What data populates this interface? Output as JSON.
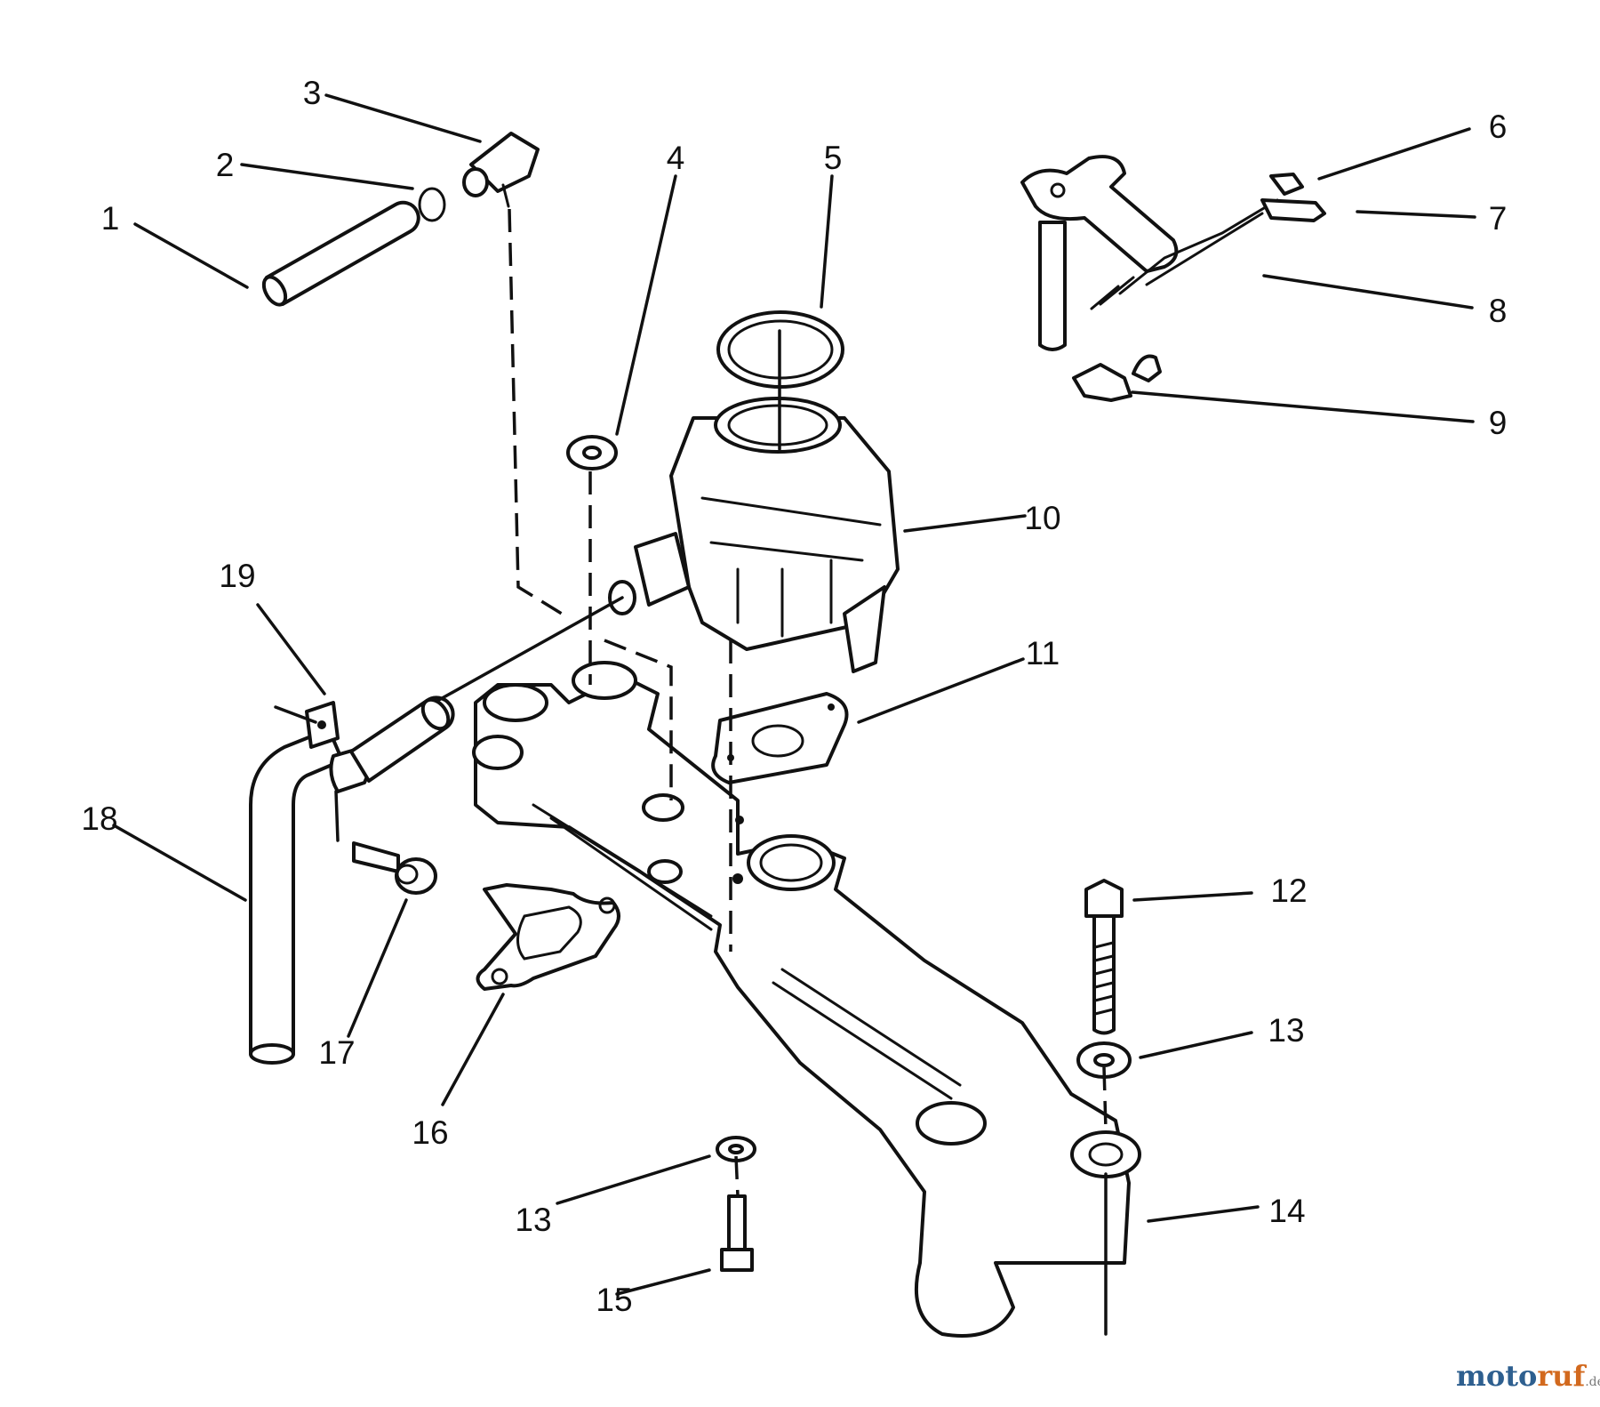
{
  "callouts": [
    {
      "id": "p1",
      "label": "1"
    },
    {
      "id": "p2",
      "label": "2"
    },
    {
      "id": "p3",
      "label": "3"
    },
    {
      "id": "p4",
      "label": "4"
    },
    {
      "id": "p5",
      "label": "5"
    },
    {
      "id": "p6",
      "label": "6"
    },
    {
      "id": "p7",
      "label": "7"
    },
    {
      "id": "p8",
      "label": "8"
    },
    {
      "id": "p9",
      "label": "9"
    },
    {
      "id": "p10",
      "label": "10"
    },
    {
      "id": "p11",
      "label": "11"
    },
    {
      "id": "p12",
      "label": "12"
    },
    {
      "id": "p13a",
      "label": "13"
    },
    {
      "id": "p13b",
      "label": "13"
    },
    {
      "id": "p14",
      "label": "14"
    },
    {
      "id": "p15",
      "label": "15"
    },
    {
      "id": "p16",
      "label": "16"
    },
    {
      "id": "p17",
      "label": "17"
    },
    {
      "id": "p18",
      "label": "18"
    },
    {
      "id": "p19",
      "label": "19"
    }
  ],
  "watermark": {
    "part1": "moto",
    "part2": "ruf",
    "part3": ".de"
  }
}
